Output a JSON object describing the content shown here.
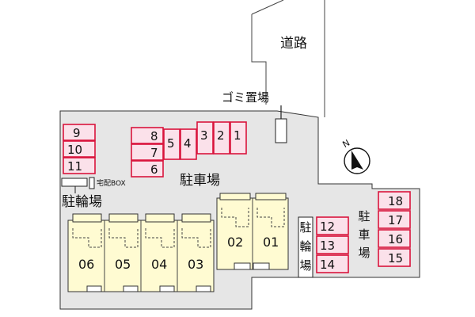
{
  "labels": {
    "road": "道路",
    "garbage": "ゴミ置場",
    "parking_center": "駐車場",
    "bicycle_left": "駐輪場",
    "delivery_box": "宅配BOX",
    "bicycle_mid": "駐輪場",
    "parking_right": "駐車場",
    "north": "N"
  },
  "parking": {
    "left": [
      "9",
      "10",
      "11"
    ],
    "top_left": [
      "8",
      "7",
      "6"
    ],
    "top_mid": [
      "5",
      "4"
    ],
    "top_row": [
      "3",
      "2",
      "1"
    ],
    "mid": [
      "12",
      "13",
      "14"
    ],
    "right": [
      "18",
      "17",
      "16",
      "15"
    ]
  },
  "units": {
    "front": [
      "06",
      "05",
      "04",
      "03"
    ],
    "back": [
      "02",
      "01"
    ]
  }
}
